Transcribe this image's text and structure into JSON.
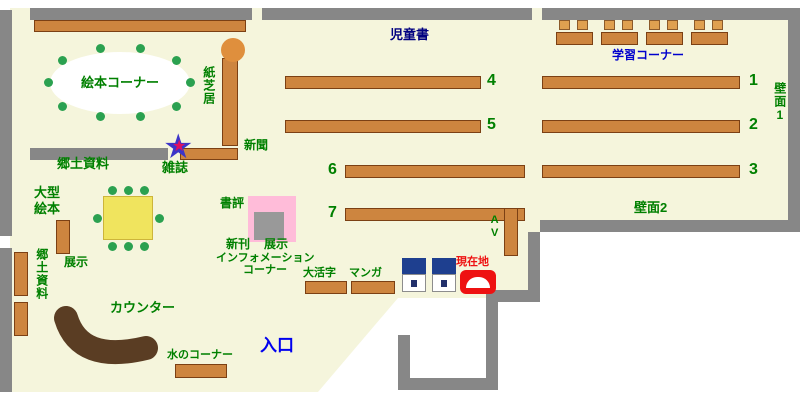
{
  "map": {
    "areas": {
      "ehon_corner": "絵本コーナー",
      "kamishibai": "紙芝居",
      "shimbun": "新聞",
      "zasshi": "雑誌",
      "kyodo_shiryo": "郷土資料",
      "ogata_line1": "大型",
      "ogata_line2": "絵本",
      "tenji_left": "展示",
      "jidosho": "児童書",
      "gakushu_corner": "学習コーナー",
      "hekimen_1": "壁面1",
      "hekimen_2": "壁面2",
      "shohyo": "書評",
      "shinkan": "新刊",
      "tenji_center": "展示",
      "info_line1": "インフォメーション",
      "info_line2": "コーナー",
      "daikatsuji": "大活字",
      "manga": "マンガ",
      "av": "AV",
      "genzaichi": "現在地",
      "counter": "カウンター",
      "mizu_corner": "水のコーナー",
      "iriguchi": "入口",
      "kyodo_shiryo_left": "郷土資料"
    },
    "shelf_numbers": [
      "1",
      "2",
      "3",
      "4",
      "5",
      "6",
      "7"
    ],
    "colors": {
      "floor": "#f5f5dc",
      "wall": "#878787",
      "shelf": "#cd853f",
      "counter_brown": "#5a3d23",
      "label_green": "#008000",
      "jidosho_navy": "#000080",
      "gakushu_blue": "#0000cd",
      "entrance_blue": "#0000ee",
      "current_red": "#ee1111",
      "table_yellow": "#f0e45e",
      "display_pink": "#ffbcd9",
      "star_blue": "#3c35c8",
      "star_red": "#e01060"
    }
  }
}
